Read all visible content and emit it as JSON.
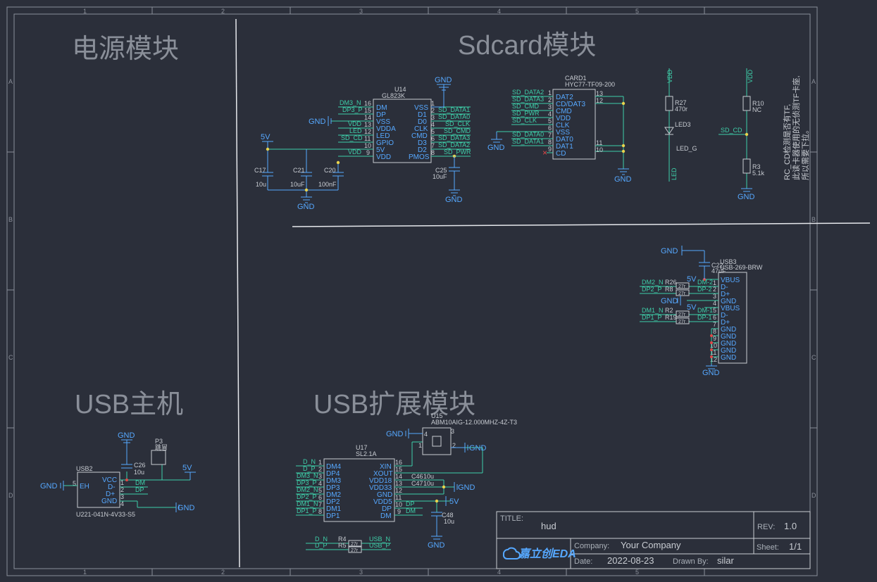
{
  "sections": {
    "power": "电源模块",
    "sdcard": "Sdcard模块",
    "usb_host": "USB主机",
    "usb_hub": "USB扩展模块"
  },
  "ruler": {
    "cols": [
      "1",
      "2",
      "3",
      "4",
      "5"
    ],
    "rows": [
      "A",
      "B",
      "C",
      "D"
    ]
  },
  "title_block": {
    "title_label": "TITLE:",
    "title_value": "hud",
    "rev_label": "REV:",
    "rev_value": "1.0",
    "company_label": "Company:",
    "company_value": "Your Company",
    "sheet_label": "Sheet:",
    "sheet_value": "1/1",
    "date_label": "Date:",
    "date_value": "2022-08-23",
    "drawn_label": "Drawn By:",
    "drawn_value": "silar",
    "logo": "嘉立创EDA"
  },
  "u14": {
    "ref": "U14",
    "value": "GL823K",
    "left_pins": [
      "DM",
      "DP",
      "VSS",
      "VDDA",
      "LED",
      "GPIO",
      "5V",
      "VDD"
    ],
    "left_nums": [
      "16",
      "15",
      "14",
      "13",
      "12",
      "11",
      "10",
      "9"
    ],
    "left_nets": [
      "DM3_N",
      "DP3_P",
      "",
      "VDD",
      "LED",
      "SD_CD",
      "",
      "VDD"
    ],
    "right_pins": [
      "VSS",
      "D1",
      "D0",
      "CLK",
      "CMD",
      "D3",
      "D2",
      "PMOS"
    ],
    "right_nums": [
      "1",
      "2",
      "3",
      "4",
      "5",
      "6",
      "7",
      "8"
    ],
    "right_nets": [
      "",
      "SD_DATA1",
      "SD_DATA0",
      "SD_CLK",
      "SD_CMD",
      "SD_DATA3",
      "SD_DATA2",
      "SD_PWR"
    ]
  },
  "card1": {
    "ref": "CARD1",
    "value": "HYC77-TF09-200",
    "left_pins": [
      "DAT2",
      "CD/DAT3",
      "CMD",
      "VDD",
      "CLK",
      "VSS",
      "DAT0",
      "DAT1",
      "CD"
    ],
    "left_nums": [
      "1",
      "2",
      "3",
      "4",
      "5",
      "6",
      "7",
      "8",
      "9"
    ],
    "left_nets": [
      "SD_DATA2",
      "SD_DATA3",
      "SD_CMD",
      "SD_PWR",
      "SD_CLK",
      "",
      "SD_DATA0",
      "SD_DATA1",
      ""
    ],
    "right_nums": [
      "13",
      "12",
      "11",
      "10"
    ]
  },
  "caps_power": [
    {
      "ref": "C17",
      "value": "10u"
    },
    {
      "ref": "C21",
      "value": "10uF"
    },
    {
      "ref": "C20",
      "value": "100nF"
    },
    {
      "ref": "C25",
      "value": "10uF"
    }
  ],
  "led_block": {
    "r27": "R27",
    "r27v": "470r",
    "led3": "LED3",
    "ledg": "LED_G",
    "vdd": "VDD",
    "led": "LED"
  },
  "cd_block": {
    "r10": "R10",
    "r10v": "NC",
    "r3": "R3",
    "r3v": "5.1k",
    "vdd": "VDD",
    "sdcd": "SD_CD"
  },
  "note": [
    "RC_CD检测是否有TF,",
    "此读卡器使用的无侦测TF卡座,",
    "所以需要下拉。"
  ],
  "usb3": {
    "ref": "USB3",
    "value": "USB-269-BRW",
    "cap": "C22",
    "capv": "47uF",
    "pins": [
      "VBUS",
      "D-",
      "D+",
      "GND",
      "VBUS",
      "D-",
      "D+",
      "GND",
      "GND",
      "GND",
      "GND",
      "GND"
    ],
    "nums": [
      "1",
      "2",
      "3",
      "4",
      "5",
      "6",
      "7",
      "8",
      "9",
      "10",
      "11",
      "12"
    ],
    "res": [
      {
        "net": "DM2_N",
        "ref": "R26",
        "val": "27r",
        "out": "DM-2"
      },
      {
        "net": "DP2_P",
        "ref": "R8",
        "val": "27r",
        "out": "DP-2"
      },
      {
        "net": "DM1_N",
        "ref": "R2",
        "val": "27r",
        "out": "DM-1"
      },
      {
        "net": "DP1_P",
        "ref": "R19",
        "val": "27r",
        "out": "DP-1"
      }
    ]
  },
  "usb2": {
    "ref": "USB2",
    "value": "U221-041N-4V33-S5",
    "pins": [
      "VCC",
      "D-",
      "D+",
      "GND"
    ],
    "nums": [
      "1",
      "2",
      "3",
      "4"
    ],
    "eh": "EH",
    "ehnum": "5",
    "cap": "C26",
    "capv": "10u",
    "jumper": "P3",
    "jumperv": "跳冒",
    "nets": [
      "DM",
      "DP"
    ]
  },
  "u17": {
    "ref": "U17",
    "value": "SL2.1A",
    "left_pins": [
      "DM4",
      "DP4",
      "DM3",
      "DP3",
      "DM2",
      "DP2",
      "DM1",
      "DP1"
    ],
    "left_nets": [
      "D_N",
      "D_P",
      "DM3_N",
      "DP3_P",
      "DM2_N",
      "DP2_P",
      "DM1_N",
      "DP1_P"
    ],
    "left_nums": [
      "1",
      "2",
      "3",
      "4",
      "5",
      "6",
      "7",
      "8"
    ],
    "right_pins": [
      "XIN",
      "XOUT",
      "VDD18",
      "VDD33",
      "GND",
      "VDD5",
      "DP",
      "DM"
    ],
    "right_nums": [
      "16",
      "15",
      "14",
      "13",
      "12",
      "11",
      "10",
      "9"
    ]
  },
  "u15": {
    "ref": "U15",
    "value": "ABM10AIG-12.000MHZ-4Z-T3",
    "nums": [
      "4",
      "3",
      "1",
      "2"
    ]
  },
  "caps_hub": [
    {
      "ref": "C46",
      "value": "10u"
    },
    {
      "ref": "C47",
      "value": "10u"
    },
    {
      "ref": "C48",
      "value": "10u"
    }
  ],
  "hub_series": [
    {
      "in": "D_N",
      "ref": "R4",
      "val": "27r",
      "out": "USB_N"
    },
    {
      "in": "D_P",
      "ref": "R5",
      "val": "27r",
      "out": "USB_P"
    }
  ],
  "hub_nets": [
    "DP",
    "DM"
  ],
  "labels": {
    "gnd": "GND",
    "v5": "5V",
    "vdd": "VDD"
  }
}
